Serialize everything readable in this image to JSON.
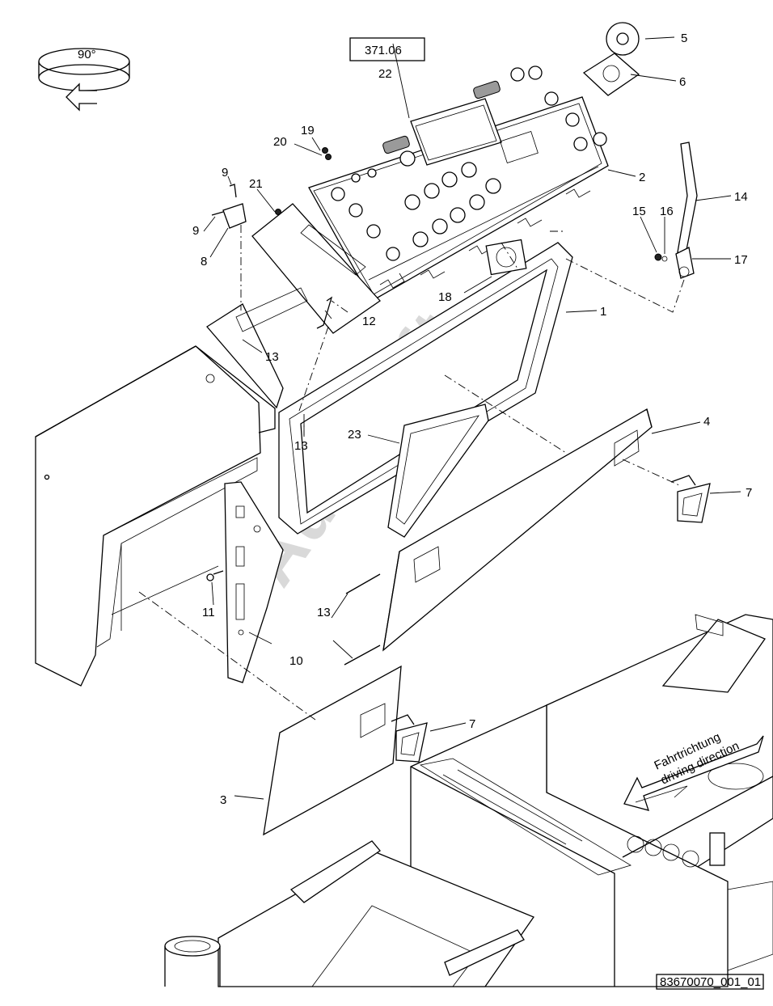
{
  "rotation_label": "90°",
  "reference_box": "371.06",
  "drawing_number": "83670070_001_01",
  "direction_text": [
    "Fahrtrichtung",
    "driving direction"
  ],
  "watermark": "AutoSoft",
  "callouts": [
    "1",
    "2",
    "3",
    "4",
    "5",
    "6",
    "7",
    "7",
    "8",
    "9",
    "9",
    "10",
    "11",
    "12",
    "13",
    "13",
    "13",
    "13",
    "14",
    "15",
    "16",
    "17",
    "18",
    "19",
    "20",
    "21",
    "22",
    "23"
  ]
}
